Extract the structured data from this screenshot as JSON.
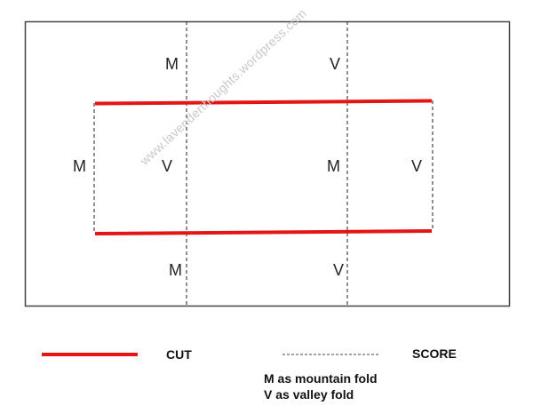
{
  "diagram": {
    "colors": {
      "cut": "#e31515",
      "score": "#222222",
      "border": "#444444"
    },
    "fold_labels": {
      "top_left": "M",
      "top_right": "V",
      "mid_left_outer": "M",
      "mid_left_inner": "V",
      "mid_right_inner": "M",
      "mid_right_outer": "V",
      "bottom_left": "M",
      "bottom_right": "V"
    },
    "watermark": "www.lavenderthoughts.wordpress.com"
  },
  "legend": {
    "cut_label": "CUT",
    "score_label": "SCORE",
    "notes": [
      "M as mountain fold",
      "V as valley fold"
    ]
  }
}
